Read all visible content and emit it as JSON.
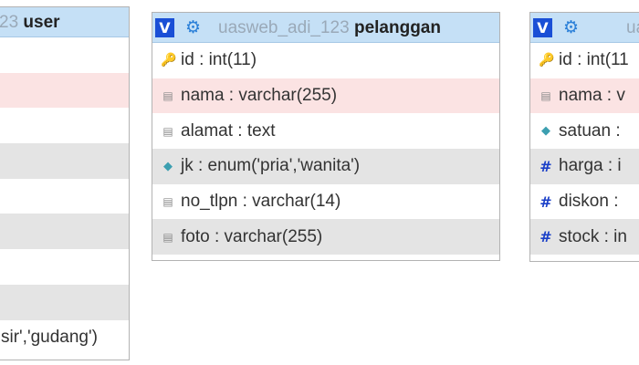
{
  "tables": {
    "user": {
      "db_name_fragment": "23",
      "table_name": "user",
      "last_row_text": "sir','gudang')"
    },
    "pelanggan": {
      "toggle_label": "V",
      "db_name": "uasweb_adi_123",
      "table_name": "pelanggan",
      "columns": [
        {
          "text": "id : int(11)",
          "icon": "key-icon"
        },
        {
          "text": "nama : varchar(255)",
          "icon": "column-icon"
        },
        {
          "text": "alamat : text",
          "icon": "column-icon"
        },
        {
          "text": "jk : enum('pria','wanita')",
          "icon": "index-icon"
        },
        {
          "text": "no_tlpn : varchar(14)",
          "icon": "column-icon"
        },
        {
          "text": "foto : varchar(255)",
          "icon": "column-icon"
        }
      ]
    },
    "barang": {
      "toggle_label": "V",
      "db_name_fragment": "ua",
      "columns": [
        {
          "text": "id : int(11",
          "icon": "key-icon"
        },
        {
          "text": "nama : v",
          "icon": "column-icon"
        },
        {
          "text": "satuan :",
          "icon": "index-icon"
        },
        {
          "text": "harga : i",
          "icon": "numeric-icon"
        },
        {
          "text": "diskon :",
          "icon": "numeric-icon"
        },
        {
          "text": "stock : in",
          "icon": "numeric-icon"
        }
      ]
    }
  },
  "colors": {
    "header_bg": "#c5e0f6",
    "toggle_bg": "#1a4fd6",
    "row_highlight": "#fbe3e3",
    "row_alt": "#e4e4e4",
    "db_name_text": "#9aa9b8"
  }
}
